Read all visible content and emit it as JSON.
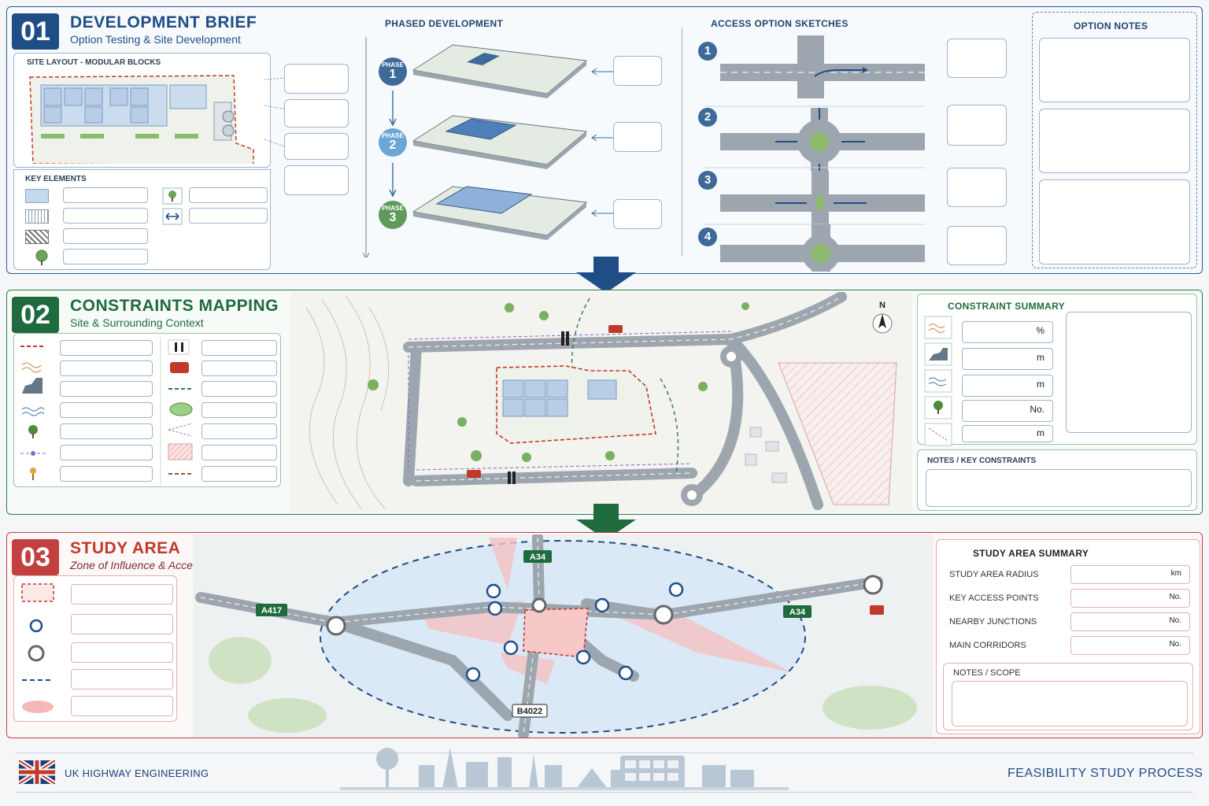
{
  "panel1": {
    "number": "01",
    "title": "DEVELOPMENT BRIEF",
    "subtitle": "Option Testing & Site Development",
    "site_layout_label": "SITE LAYOUT - MODULAR BLOCKS",
    "key_elements_label": "KEY ELEMENTS",
    "phased_label": "PHASED DEVELOPMENT",
    "phases": [
      {
        "word": "PHASE",
        "num": "1",
        "color": "#3e6a9a"
      },
      {
        "word": "PHASE",
        "num": "2",
        "color": "#6aa7d6"
      },
      {
        "word": "PHASE",
        "num": "3",
        "color": "#5f9a5a"
      }
    ],
    "access_label": "ACCESS OPTION SKETCHES",
    "access_numbers": [
      "1",
      "2",
      "3",
      "4"
    ],
    "notes_label": "OPTION NOTES"
  },
  "panel2": {
    "number": "02",
    "title": "CONSTRAINTS MAPPING",
    "subtitle": "Site & Surrounding Context",
    "north": "N",
    "summary_label": "CONSTRAINT SUMMARY",
    "summary_units": [
      "%",
      "m",
      "m",
      "No.",
      "m"
    ],
    "notes_label": "NOTES / KEY CONSTRAINTS"
  },
  "panel3": {
    "number": "03",
    "title": "STUDY AREA",
    "subtitle": "Zone of Influence & Access Appraisal",
    "roads": {
      "a34_top": "A34",
      "a417": "A417",
      "a34_right": "A34",
      "b4022": "B4022"
    },
    "summary_label": "STUDY AREA SUMMARY",
    "summary_rows": [
      {
        "label": "STUDY AREA RADIUS",
        "unit": "km"
      },
      {
        "label": "KEY ACCESS POINTS",
        "unit": "No."
      },
      {
        "label": "NEARBY JUNCTIONS",
        "unit": "No."
      },
      {
        "label": "MAIN CORRIDORS",
        "unit": "No."
      }
    ],
    "notes_label": "NOTES / SCOPE"
  },
  "footer": {
    "left_text": "UK HIGHWAY  ENGINEERING",
    "right_text": "FEASIBILITY  STUDY  PROCESS"
  },
  "colors": {
    "blue": "#1f4e86",
    "green": "#1f6b3e",
    "red": "#c0392b"
  }
}
